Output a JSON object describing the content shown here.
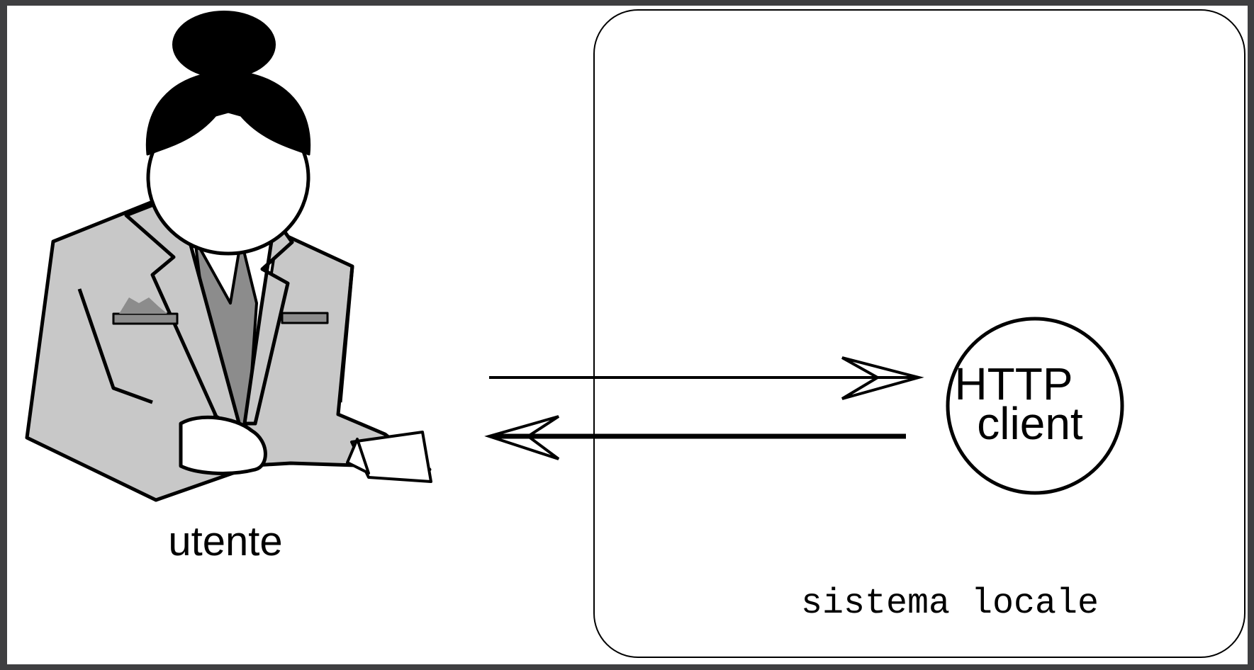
{
  "diagram": {
    "user_label": "utente",
    "client_label_line1": "HTTP",
    "client_label_line2": "client",
    "system_label": "sistema locale"
  },
  "icons": {
    "user": "person-at-desk-icon"
  },
  "colors": {
    "frame": "#3f3f41",
    "background": "#ffffff",
    "stroke": "#000000",
    "jacket": "#c8c8c8",
    "shirt": "#8c8c8c"
  }
}
